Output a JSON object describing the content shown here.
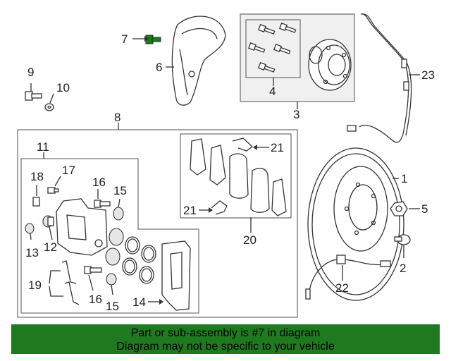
{
  "callouts": [
    {
      "id": "c1",
      "text": "1"
    },
    {
      "id": "c2",
      "text": "2"
    },
    {
      "id": "c3",
      "text": "3"
    },
    {
      "id": "c4",
      "text": "4"
    },
    {
      "id": "c5",
      "text": "5"
    },
    {
      "id": "c6",
      "text": "6"
    },
    {
      "id": "c7",
      "text": "7"
    },
    {
      "id": "c8",
      "text": "8"
    },
    {
      "id": "c9",
      "text": "9"
    },
    {
      "id": "c10",
      "text": "10"
    },
    {
      "id": "c11",
      "text": "11"
    },
    {
      "id": "c12",
      "text": "12"
    },
    {
      "id": "c13",
      "text": "13"
    },
    {
      "id": "c14",
      "text": "14"
    },
    {
      "id": "c15a",
      "text": "15"
    },
    {
      "id": "c15b",
      "text": "15"
    },
    {
      "id": "c16a",
      "text": "16"
    },
    {
      "id": "c16b",
      "text": "16"
    },
    {
      "id": "c17",
      "text": "17"
    },
    {
      "id": "c18",
      "text": "18"
    },
    {
      "id": "c19",
      "text": "19"
    },
    {
      "id": "c20",
      "text": "20"
    },
    {
      "id": "c21a",
      "text": "21"
    },
    {
      "id": "c21b",
      "text": "21"
    },
    {
      "id": "c22",
      "text": "22"
    },
    {
      "id": "c23",
      "text": "23"
    }
  ],
  "banner": {
    "line1": "Part or sub-assembly is #7 in diagram",
    "line2": "Diagram may not be specific to your vehicle"
  },
  "colors": {
    "banner_bg": "#1f7a1f",
    "highlight_part": "#1f7a1f"
  }
}
